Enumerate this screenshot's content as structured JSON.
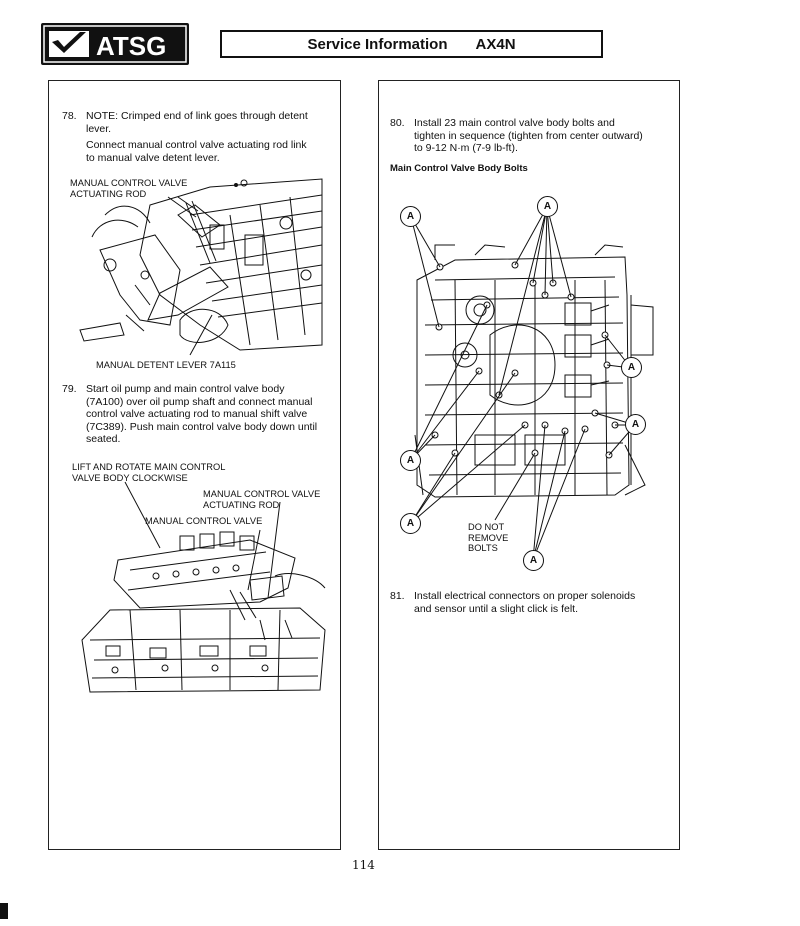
{
  "header": {
    "logo_text": "ATSG",
    "title": "Service Information",
    "model": "AX4N"
  },
  "left_column": {
    "step78": {
      "number": "78.",
      "lines": [
        "NOTE: Crimped end of link goes through detent",
        "lever."
      ],
      "sub_lines": [
        "Connect manual control valve actuating rod link",
        "to manual valve detent lever."
      ]
    },
    "figure1": {
      "label_rod_1": "MANUAL CONTROL VALVE",
      "label_rod_2": "ACTUATING ROD",
      "label_lever": "MANUAL DETENT LEVER 7A115"
    },
    "step79": {
      "number": "79.",
      "lines": [
        "Start oil pump and main control valve body",
        "(7A100) over oil pump shaft and connect manual",
        "control valve actuating rod to manual shift valve",
        "(7C389). Push main control valve body down until",
        "seated."
      ]
    },
    "figure2": {
      "label_lift_1": "LIFT AND ROTATE MAIN CONTROL",
      "label_lift_2": "VALVE BODY CLOCKWISE",
      "label_rod_1": "MANUAL CONTROL VALVE",
      "label_rod_2": "ACTUATING ROD",
      "label_valve": "MANUAL CONTROL VALVE"
    }
  },
  "right_column": {
    "step80": {
      "number": "80.",
      "lines": [
        "Install 23 main control valve body bolts and",
        "tighten in sequence (tighten from center outward)",
        "to 9-12 N·m (7-9 lb-ft)."
      ]
    },
    "figure_heading": "Main Control Valve Body Bolts",
    "figure3": {
      "callout": "A",
      "do_not_1": "DO NOT",
      "do_not_2": "REMOVE",
      "do_not_3": "BOLTS"
    },
    "step81": {
      "number": "81.",
      "lines": [
        "Install electrical connectors on proper solenoids",
        "and sensor until a slight click is felt."
      ]
    }
  },
  "footer": {
    "page_number": "114"
  }
}
